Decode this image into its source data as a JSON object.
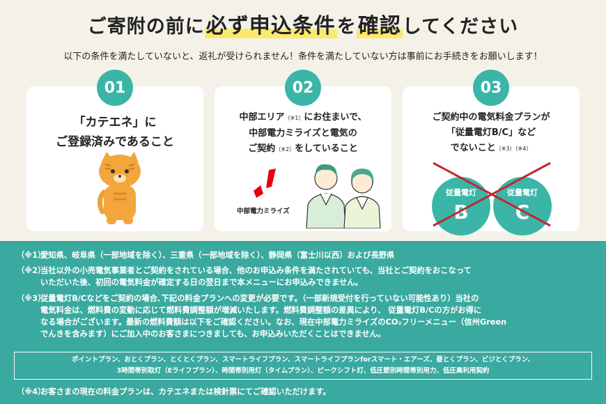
{
  "header": {
    "title_parts": [
      "ご寄附の前に",
      "必ず申込条件",
      "を",
      "確認",
      "してください"
    ],
    "subtitle": "以下の条件を満たしていないと、返礼が受けられません！条件を満たしていない方は事前にお手続きをお願いします！"
  },
  "cards": [
    {
      "number": "01",
      "lines": [
        "「カテエネ」に",
        "ご登録済みであること"
      ]
    },
    {
      "number": "02",
      "line1a": "中部エリア",
      "line1note": "（※1）",
      "line1b": "にお住まいで、",
      "line2": "中部電力ミライズと電気の",
      "line3a": "ご契約",
      "line3note": "（※2）",
      "line3b": "をしていること",
      "logo_text": "中部電力ミライズ"
    },
    {
      "number": "03",
      "line1": "ご契約中の電気料金プランが",
      "line2": "「従量電灯B/C」など",
      "line3a": "でないこと",
      "line3note": "（※3）（※4）",
      "plans": [
        {
          "top": "従量電灯",
          "letter": "B"
        },
        {
          "top": "従量電灯",
          "letter": "C"
        }
      ]
    }
  ],
  "footnotes": {
    "n1": {
      "mark": "（※1）",
      "text": "愛知県、岐阜県（一部地域を除く）、三重県（一部地域を除く）、静岡県（富士川以西）および長野県"
    },
    "n2": {
      "mark": "（※2）",
      "lines": [
        "当社以外の小売電気事業者とご契約をされている場合、他のお申込み条件を満たされていても、当社とご契約をおこなって",
        "いただいた後、初回の電気料金が確定する日の翌日まで本メニューにお申込みできません。"
      ]
    },
    "n3": {
      "mark": "（※3）",
      "lines": [
        "従量電灯B/Cなどをご契約の場合､下記の料金プランへの変更が必要です。（一部新規受付を行っていない可能性あり）当社の",
        "電気料金は、燃料費の変動に応じて燃料費調整額が増減いたします。燃料費調整額の差異により、 従量電灯B/Cの方がお得に",
        "なる場合がございます。最新の燃料費額は以下をご確認ください。なお、現在中部電力ミライズのCO₂フリーメニュー（信州Green",
        "でんきを含みます）にご加入中のお客さまにつきましても、お申込みいただくことはできません。"
      ]
    },
    "plan_list": [
      "ポイントプラン、おとくプラン、とくとくプラン、スマートライフプラン、スマートライフプランforスマート・エアーズ、昼とくプラン、ビジとくプラン、",
      "3時間帯別取灯（Eライフプラン）、時間帯別用灯（タイムプラン）、ピークシフト灯、低圧節別時間帯別用力、低圧高利用契約"
    ],
    "n4": {
      "mark": "（※4）",
      "text": "お客さまの現在の料金プランは、カテエネまたは検針票にてご確認いただけます。"
    }
  },
  "colors": {
    "teal": "#3bb5a8",
    "bottom_bg": "#3aa99f",
    "page_bg": "#f4f1e8",
    "highlight": "#fbe96b",
    "cross": "#c0282d",
    "logo_red": "#e60012"
  }
}
